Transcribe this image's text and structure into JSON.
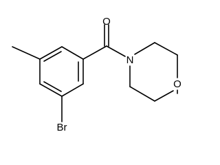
{
  "structure": {
    "atoms": {
      "oxygen_carbonyl": "O",
      "nitrogen": "N",
      "oxygen_ring": "O",
      "bromine": "Br"
    }
  }
}
